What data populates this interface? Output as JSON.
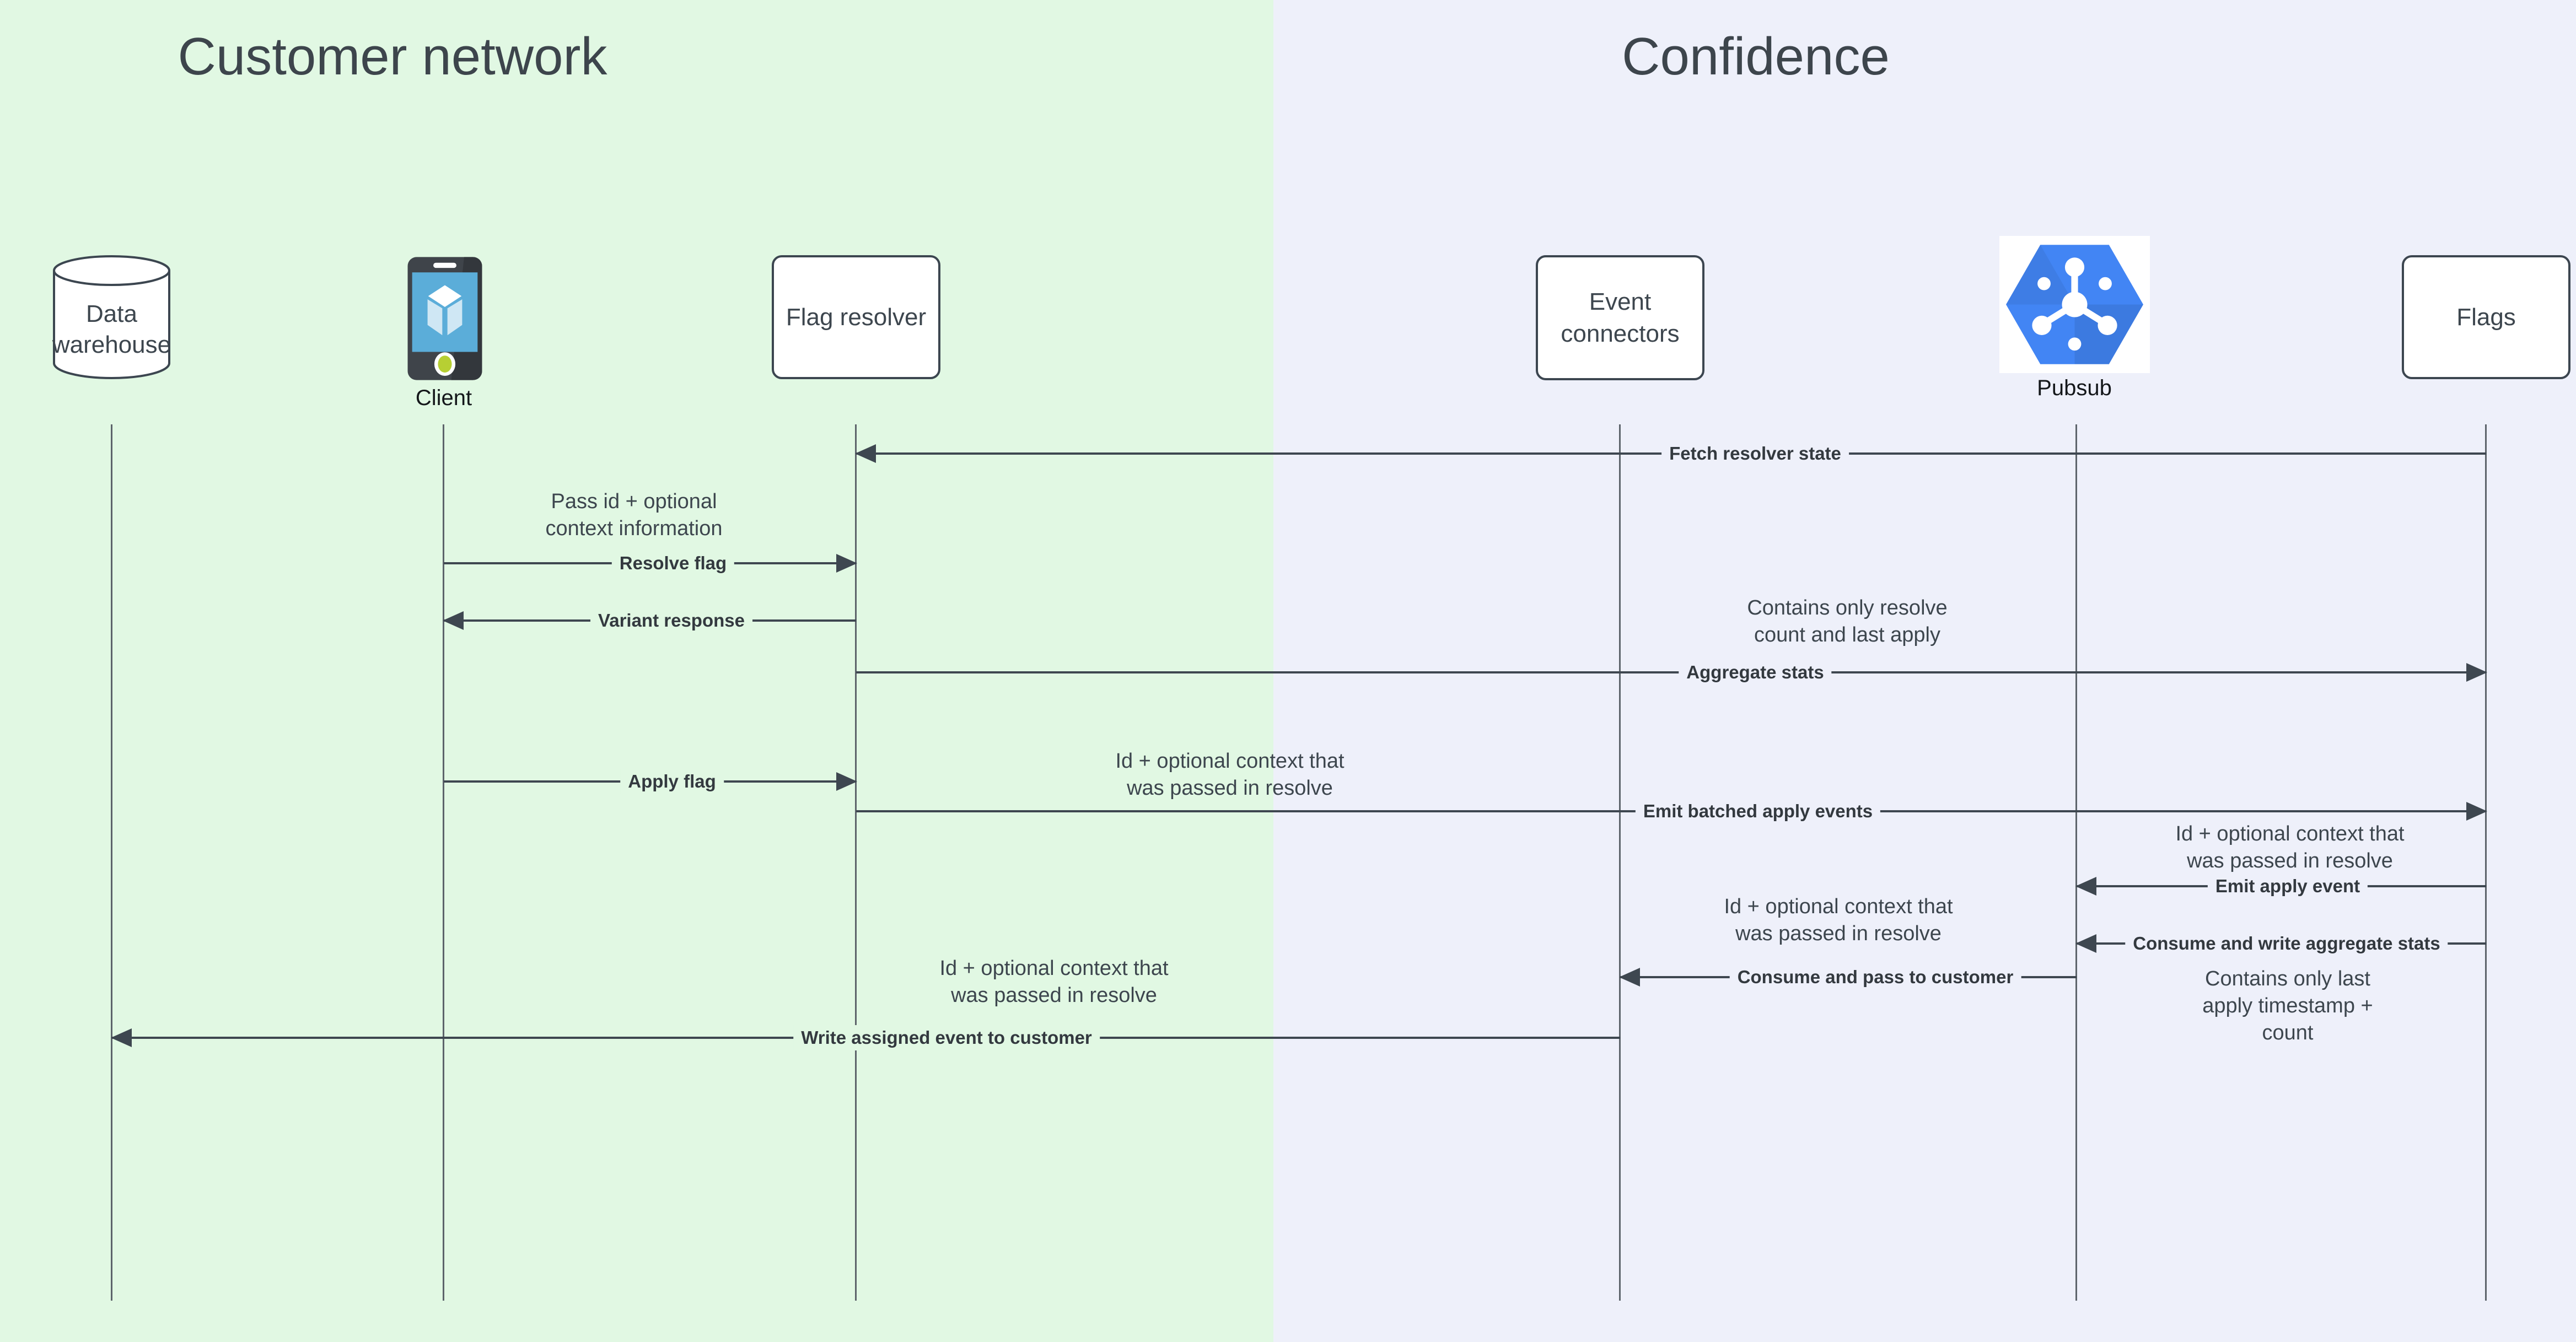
{
  "diagram_type": "sequence",
  "regions": {
    "customer_network": {
      "title": "Customer network",
      "bg_color": "#e1f8e3"
    },
    "confidence": {
      "title": "Confidence",
      "bg_color": "#eef0fa"
    }
  },
  "participants": [
    {
      "id": "data-warehouse",
      "label": "Data\nwarehouse",
      "shape": "cylinder"
    },
    {
      "id": "client",
      "label": "Client",
      "shape": "smartphone-icon"
    },
    {
      "id": "flag-resolver",
      "label": "Flag resolver",
      "shape": "box"
    },
    {
      "id": "event-connectors",
      "label": "Event\nconnectors",
      "shape": "box"
    },
    {
      "id": "pubsub",
      "label": "Pubsub",
      "shape": "pubsub-hexagon-icon"
    },
    {
      "id": "flags",
      "label": "Flags",
      "shape": "box"
    }
  ],
  "messages": [
    {
      "label": "Fetch resolver state",
      "from": "flags",
      "to": "flag-resolver"
    },
    {
      "label": "Resolve flag",
      "from": "client",
      "to": "flag-resolver"
    },
    {
      "label": "Variant response",
      "from": "flag-resolver",
      "to": "client"
    },
    {
      "label": "Aggregate stats",
      "from": "flag-resolver",
      "to": "flags"
    },
    {
      "label": "Apply flag",
      "from": "client",
      "to": "flag-resolver"
    },
    {
      "label": "Emit batched apply events",
      "from": "flag-resolver",
      "to": "flags"
    },
    {
      "label": "Emit apply event",
      "from": "flags",
      "to": "pubsub"
    },
    {
      "label": "Consume and write aggregate stats",
      "from": "flags",
      "to": "pubsub"
    },
    {
      "label": "Consume and pass to customer",
      "from": "pubsub",
      "to": "event-connectors"
    },
    {
      "label": "Write assigned event to customer",
      "from": "event-connectors",
      "to": "data-warehouse"
    }
  ],
  "notes": [
    {
      "text": "Pass id + optional\ncontext information"
    },
    {
      "text": "Contains only resolve\ncount and last apply"
    },
    {
      "text": "Id + optional context that\nwas passed in resolve"
    },
    {
      "text": "Id + optional context that\nwas passed in resolve"
    },
    {
      "text": "Id + optional context that\nwas passed in resolve"
    },
    {
      "text": "Id + optional context that\nwas passed in resolve"
    },
    {
      "text": "Contains only last\napply timestamp +\ncount"
    }
  ],
  "colors": {
    "customer_bg": "#e1f8e3",
    "confidence_bg": "#eef0fa",
    "stroke": "#3c4650",
    "text": "#3d464e",
    "pubsub_blue": "#4285f4",
    "phone_screen_blue": "#5badd9",
    "home_button_green": "#b7cf33"
  }
}
